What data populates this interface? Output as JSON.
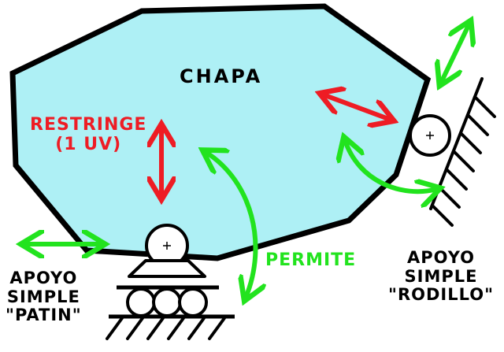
{
  "colors": {
    "plate_fill": "#aef0f5",
    "outline": "#000000",
    "restrict": "#ee1c24",
    "permit": "#22e31e",
    "background": "#ffffff"
  },
  "plate": {
    "label": "CHAPA"
  },
  "restrict_label": {
    "line1": "RESTRINGE",
    "line2": "(1 UV)"
  },
  "permit_label": "PERMITE",
  "left_support": {
    "line1": "APOYO",
    "line2": "SIMPLE",
    "line3": "\"PATIN\""
  },
  "right_support": {
    "line1": "APOYO",
    "line2": "SIMPLE",
    "line3": "\"RODILLO\""
  },
  "icons": [
    "double-arrow-icon",
    "curved-double-arrow-icon",
    "pin-icon",
    "roller-icon",
    "ground-hatch-icon"
  ]
}
